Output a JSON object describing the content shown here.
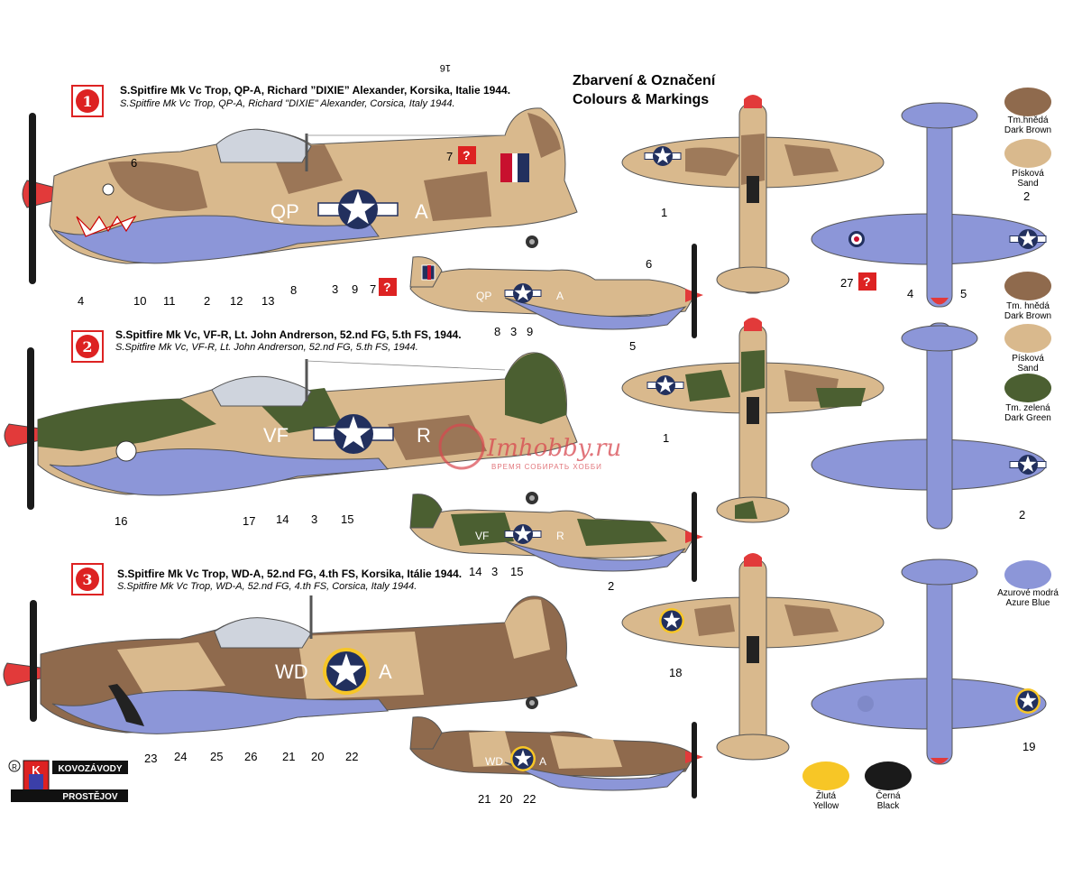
{
  "page_number": "16",
  "header": {
    "title_cz": "Zbarvení & Označení",
    "title_en": "Colours & Markings"
  },
  "schemes": [
    {
      "number": "1",
      "title_cz": "S.Spitfire Mk Vc Trop, QP-A, Richard ”DIXIE” Alexander, Korsika, Italie 1944.",
      "title_en": "S.Spitfire Mk Vc Trop, QP-A, Richard \"DIXIE\" Alexander, Corsica, Italy 1944.",
      "code_left": "QP",
      "code_right": "A"
    },
    {
      "number": "2",
      "title_cz": "S.Spitfire Mk Vc, VF-R, Lt. John Andrerson, 52.nd FG, 5.th FS, 1944.",
      "title_en": "S.Spitfire Mk Vc, VF-R, Lt. John Andrerson, 52.nd FG, 5.th FS, 1944.",
      "code_left": "VF",
      "code_right": "R"
    },
    {
      "number": "3",
      "title_cz": "S.Spitfire Mk Vc Trop, WD-A, 52.nd FG, 4.th FS, Korsika, Itálie 1944.",
      "title_en": "S.Spitfire Mk Vc Trop, WD-A, 52.nd FG, 4.th FS, Corsica, Italy 1944.",
      "code_left": "WD",
      "code_right": "A"
    }
  ],
  "callouts": {
    "s1": [
      "6",
      "7",
      "4",
      "10",
      "11",
      "2",
      "12",
      "13",
      "8",
      "3",
      "9"
    ],
    "s1_small": [
      "7",
      "6",
      "8",
      "3",
      "9",
      "5"
    ],
    "s1_plan": [
      "1",
      "2",
      "27",
      "4",
      "5"
    ],
    "s2": [
      "16",
      "17",
      "14",
      "3",
      "15"
    ],
    "s2_small": [
      "14",
      "3",
      "15",
      "2"
    ],
    "s2_plan": [
      "1",
      "2"
    ],
    "s3": [
      "23",
      "24",
      "25",
      "26",
      "21",
      "20",
      "22"
    ],
    "s3_small": [
      "21",
      "20",
      "22"
    ],
    "s3_plan": [
      "18",
      "19"
    ]
  },
  "swatches": [
    {
      "name_cz": "Tm.hnědá",
      "name_en": "Dark Brown",
      "color": "#8f6a4d"
    },
    {
      "name_cz": "Písková",
      "name_en": "Sand",
      "color": "#d9b98d"
    },
    {
      "name_cz": "Tm. hnědá",
      "name_en": "Dark Brown",
      "color": "#8f6a4d"
    },
    {
      "name_cz": "Písková",
      "name_en": "Sand",
      "color": "#d9b98d"
    },
    {
      "name_cz": "Tm. zelená",
      "name_en": "Dark Green",
      "color": "#4b5f31"
    },
    {
      "name_cz": "Azurové modrá",
      "name_en": "Azure Blue",
      "color": "#8c96d8"
    },
    {
      "name_cz": "Žlutá",
      "name_en": "Yellow",
      "color": "#f7c626"
    },
    {
      "name_cz": "Černá",
      "name_en": "Black",
      "color": "#1a1a1a"
    }
  ],
  "logo": {
    "line1": "KOVOZÁVODY",
    "line2": "PROSTĚJOV",
    "letter": "K",
    "mark": "R"
  },
  "watermark": {
    "site": "Imhobby.ru",
    "slogan": "ВРЕМЯ СОБИРАТЬ ХОББИ"
  },
  "colors": {
    "sand": "#d9b98d",
    "brown": "#8f6a4d",
    "green": "#4b5f31",
    "azure": "#8c96d8",
    "red": "#e23a3a",
    "yellow": "#f7c626",
    "black": "#1a1a1a",
    "navy": "#22305e",
    "roundel_red": "#c8102e"
  }
}
